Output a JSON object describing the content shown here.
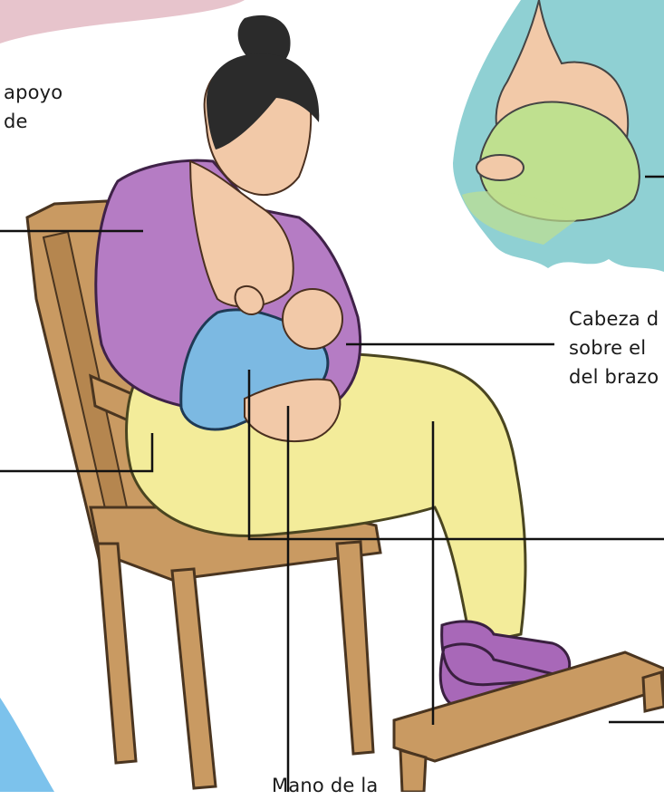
{
  "labels": {
    "back_support": {
      "line1": "apoyo",
      "line2": "de"
    },
    "head_on_arm": {
      "line1": "Cabeza d",
      "line2": "sobre el",
      "line3": "del brazo"
    },
    "bottom_cut": "Mano de la"
  },
  "colors": {
    "cardigan": "#b57cc4",
    "skin": "#f2c9a8",
    "hair": "#2b2b2b",
    "trousers": "#f3ec9a",
    "chair": "#c99a62",
    "baby_clothes": "#7cb9e2",
    "inset_bg": "#8fd0d3",
    "inset_baby": "#bfe08f",
    "shoes": "#a868b8",
    "footstool": "#c99a62"
  }
}
